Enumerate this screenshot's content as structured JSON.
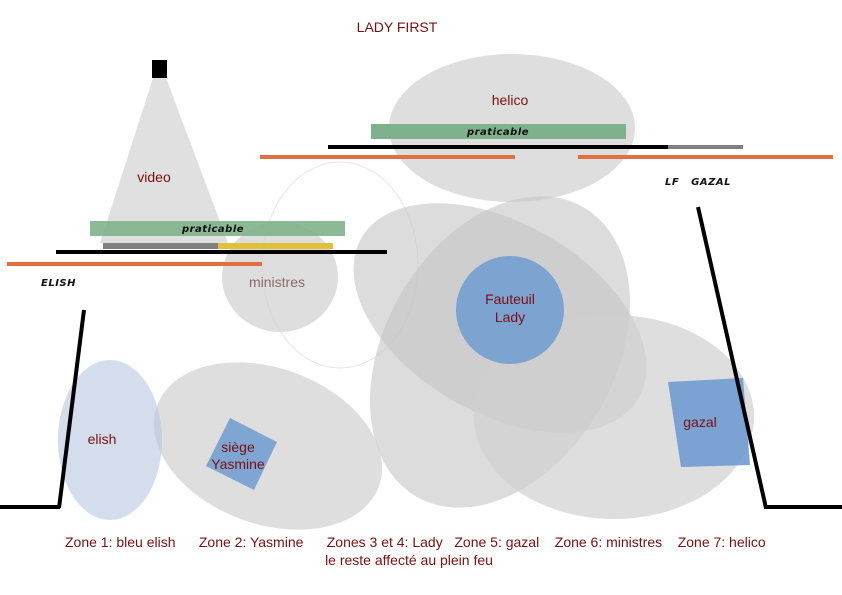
{
  "title": "LADY FIRST",
  "shapes": {
    "helico": "helico",
    "video": "video",
    "ministres": "ministres",
    "fauteuil": [
      "Fauteuil",
      "Lady"
    ],
    "elish": "elish",
    "siege": [
      "siège",
      "Yasmine"
    ],
    "gazal": "gazal"
  },
  "tags": {
    "praticable_top": "praticable",
    "praticable_left": "praticable",
    "lf_gazal": "LF   GAZAL",
    "elish": "ELISH"
  },
  "zones": {
    "line1": "Zone 1: bleu elish      Zone 2: Yasmine      Zones 3 et 4: Lady   Zone 5: gazal    Zone 6: ministres    Zone 7: helico",
    "line2": "le reste affecté au plein feu"
  },
  "colors": {
    "label": "#7a1010",
    "praticable": "#7fb28c",
    "orange_bar": "#e07040",
    "blue_zone": "#6f9bd1",
    "grey_zone": "#cccccc",
    "yellow_bar": "#e0c23a"
  }
}
